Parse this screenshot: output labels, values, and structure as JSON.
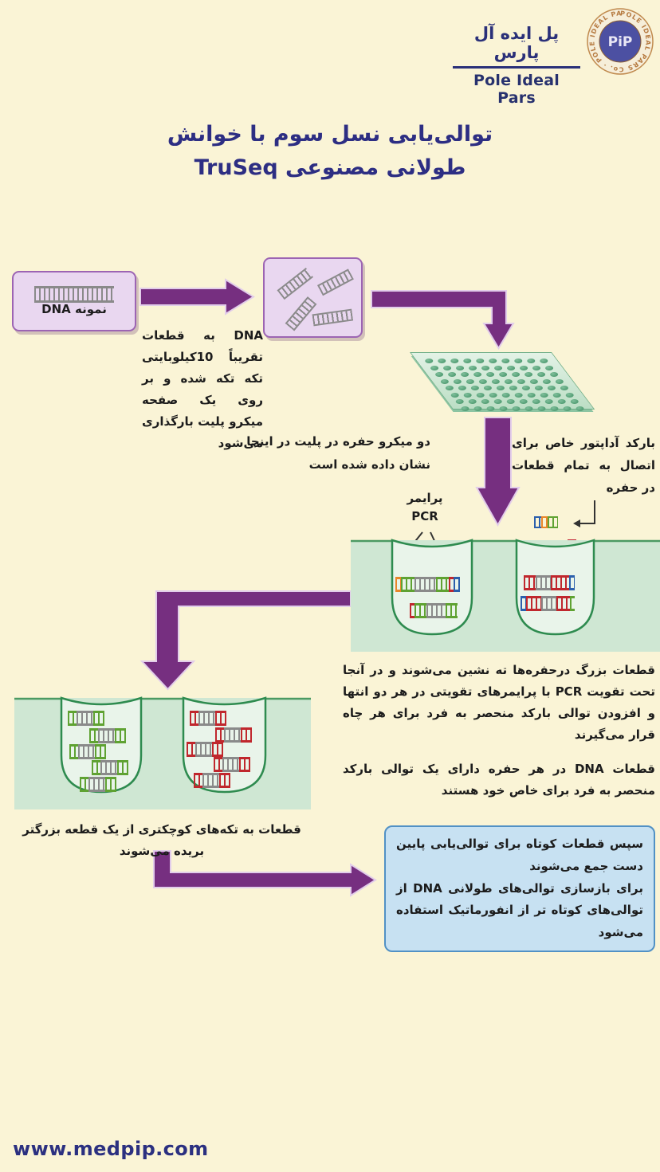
{
  "brand": {
    "name_fa": "پل ایده آل پارس",
    "name_en": "Pole Ideal Pars",
    "monogram": "PiP",
    "ring_text": "POLE IDEAL PARS Co. · POLE IDEAL PARS Co. ·"
  },
  "title": {
    "line1": "توالی‌یابی نسل سوم با خوانش",
    "line2": "طولانی مصنوعی TruSeq"
  },
  "diagram": {
    "dna_sample_label": "نمونه DNA",
    "fragmentation_note": "DNA به قطعات تقریباً 10کیلوبایتی تکه تکه شده و بر روی یک صفحه میکرو پلیت بارگذاری می‌شود",
    "two_wells_note": "دو میکرو حفره در پلیت در اینجا نشان داده شده است",
    "adapter_note": "بارکد آداپتور خاص برای اتصال به تمام قطعات در حفره",
    "pcr_label_fa": "پرایمر",
    "pcr_label_en": "PCR",
    "settle_note": "قطعات بزرگ درحفره‌ها ته نشین می‌شوند و در آنجا تحت تقویت PCR با پرایمرهای تقویتی در هر دو انتها و افزودن توالی بارکد منحصر به فرد برای هر چاه قرار می‌گیرند",
    "barcode_note": "قطعات DNA در هر حفره دارای یک توالی بارکد منحصر به فرد برای خاص خود هستند",
    "cut_note": "قطعات به تکه‌های کوچکتری از یک قطعه بزرگتر بریده می‌شوند",
    "pool_note_1": "سپس قطعات کوتاه برای توالی‌یابی پایین دست جمع می‌شوند",
    "pool_note_2": "برای بازسازی توالی‌های طولانی DNA از توالی‌های کوتاه تر از انفورماتیک استفاده می‌شود"
  },
  "footer": {
    "website": "www.medpip.com"
  },
  "colors": {
    "background": "#FAF4D6",
    "accent_purple": "#762F80",
    "title_blue": "#2D2E83",
    "box_lavender": "#E9D7F0",
    "box_border": "#9C64B3",
    "plate_green": "#CFE7D3",
    "well_outline": "#2E8B4F",
    "info_box_fill": "#C7E1F2",
    "info_box_border": "#5191C5",
    "red_arrow": "#C22033",
    "dna_gray": "#8A8A8A",
    "dna_green": "#5FA232",
    "dna_red": "#C0272D",
    "dna_blue": "#2B5FAC",
    "dna_orange": "#E8862A"
  }
}
